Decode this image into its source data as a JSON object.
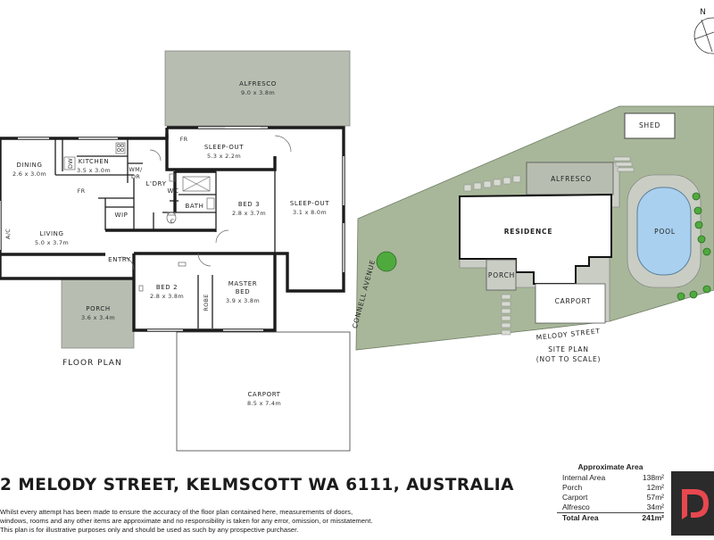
{
  "compass": {
    "north_label": "N"
  },
  "floor_plan": {
    "heading": "FLOOR PLAN",
    "rooms": [
      {
        "name": "ALFRESCO",
        "dims": "9.0 x 3.8m"
      },
      {
        "name": "SLEEP-OUT",
        "dims": "5.3 x 2.2m"
      },
      {
        "name": "SLEEP-OUT",
        "dims": "3.1 x 8.0m"
      },
      {
        "name": "DINING",
        "dims": "2.6 x 3.0m"
      },
      {
        "name": "KITCHEN",
        "dims": "3.5 x 3.0m"
      },
      {
        "name": "BED 3",
        "dims": "2.8 x 3.7m"
      },
      {
        "name": "LIVING",
        "dims": "5.0 x 3.7m"
      },
      {
        "name": "BED 2",
        "dims": "2.8 x 3.8m"
      },
      {
        "name": "MASTER BED",
        "dims": "3.9 x 3.8m"
      },
      {
        "name": "PORCH",
        "dims": "3.6 x 3.4m"
      },
      {
        "name": "CARPORT",
        "dims": "8.5 x 7.4m"
      }
    ],
    "small_labels": {
      "fr1": "FR",
      "fr2": "FR",
      "dw": "DW",
      "wm": "WM/",
      "dr": "DR",
      "ldry": "L'DRY",
      "wc": "WC",
      "bath": "BATH",
      "wip": "WIP",
      "c": "C",
      "ac": "A/C",
      "entry": "ENTRY",
      "robe": "ROBE"
    }
  },
  "site_plan": {
    "residence": "RESIDENCE",
    "alfresco": "ALFRESCO",
    "pool": "POOL",
    "shed": "SHED",
    "porch": "PORCH",
    "carport": "CARPORT",
    "street_1": "CONNELL AVENUE",
    "street_2": "MELODY STREET",
    "title_1": "SITE PLAN",
    "title_2": "(NOT TO SCALE)"
  },
  "address": "2 MELODY STREET, KELMSCOTT WA 6111, AUSTRALIA",
  "disclaimer": [
    "Whilst every attempt has been made to ensure the accuracy of the floor plan contained here, measurements of doors,",
    "windows, rooms and any other items are approximate and no responsibility is taken for any error, omission, or misstatement.",
    "This plan is for illustrative purposes only and should be used as such by any prospective purchaser."
  ],
  "areas": {
    "title": "Approximate Area",
    "rows": [
      {
        "label": "Internal Area",
        "value": "138m²"
      },
      {
        "label": "Porch",
        "value": "12m²"
      },
      {
        "label": "Carport",
        "value": "57m²"
      },
      {
        "label": "Alfresco",
        "value": "34m²"
      }
    ],
    "total": {
      "label": "Total Area",
      "value": "241m²"
    }
  },
  "colors": {
    "wall": "#1c1c1c",
    "outdoor_fill": "#b7bdb0",
    "lawn": "#a8b79a",
    "pool": "#a9d0ef",
    "logo_bg": "#2b2b2b",
    "logo_accent": "#e8474f"
  }
}
